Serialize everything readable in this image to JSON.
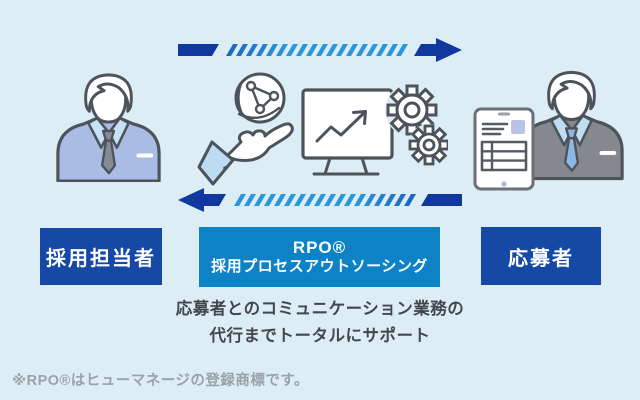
{
  "diagram": {
    "left_box": {
      "label": "採用担当者"
    },
    "center_box": {
      "title": "RPO®",
      "subtitle": "採用プロセスアウトソーシング"
    },
    "right_box": {
      "label": "応募者"
    },
    "description": {
      "line1": "応募者とのコミュニケーション業務の",
      "line2": "代行までトータルにサポート"
    },
    "footnote": "※RPO®はヒューマネージの登録商標です。",
    "arrows": {
      "top_direction": "right",
      "bottom_direction": "left"
    },
    "icons": [
      "recruiter-person-icon",
      "hand-globe-icon",
      "monitor-chart-icon",
      "gears-icon",
      "tablet-document-icon",
      "applicant-person-icon"
    ],
    "colors": {
      "background": "#ddedf6",
      "dark_blue_box": "#1648a5",
      "mid_blue_box": "#0d82c6",
      "arrow_dark": "#10389f",
      "arrow_light": "#2b97da",
      "text_dark": "#42474d",
      "note_gray": "#9aa1a9",
      "outline_gray": "#4d535b"
    }
  }
}
